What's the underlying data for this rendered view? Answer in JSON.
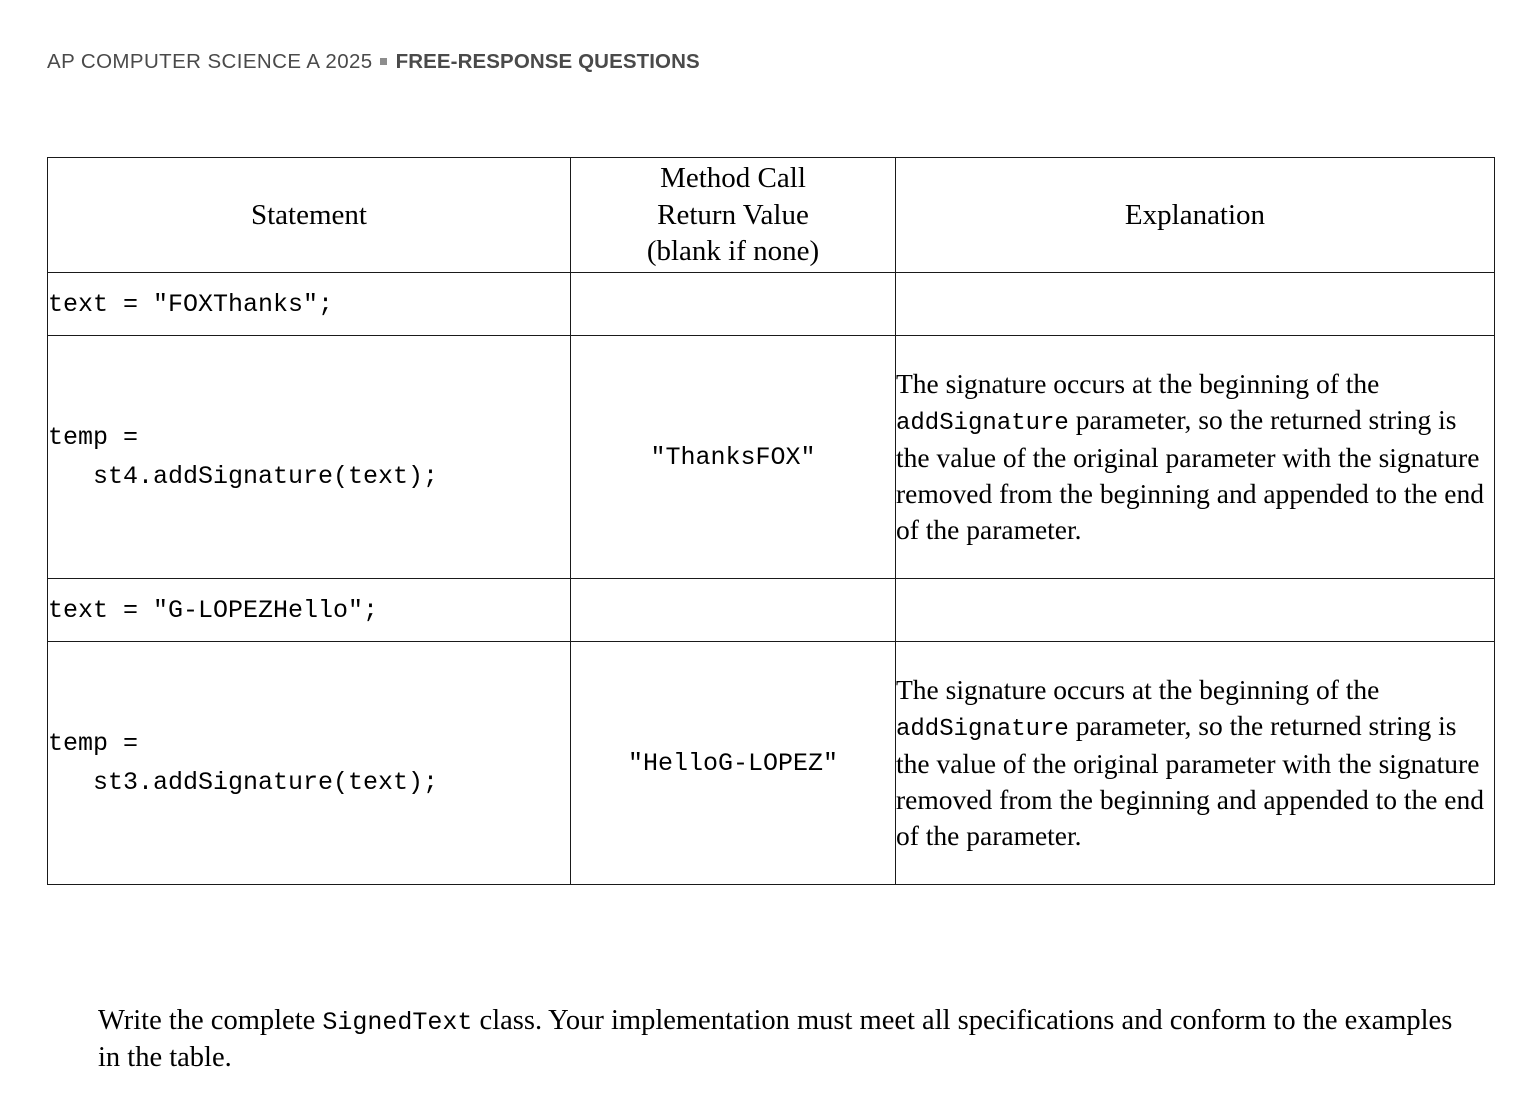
{
  "header": {
    "exam_line": "AP COMPUTER SCIENCE A 2025",
    "separator_icon": "small-square-bullet",
    "section_line": "FREE-RESPONSE QUESTIONS"
  },
  "table": {
    "columns": [
      {
        "id": "statement",
        "label": "Statement"
      },
      {
        "id": "return_value",
        "label_lines": [
          "Method Call",
          "Return Value",
          "(blank if none)"
        ]
      },
      {
        "id": "explanation",
        "label": "Explanation"
      }
    ],
    "rows": [
      {
        "statement_lines": [
          "text = \"FOXThanks\";"
        ],
        "return_value": "",
        "explanation": {
          "before": "",
          "code": "",
          "after": ""
        }
      },
      {
        "statement_lines": [
          "temp =",
          "   st4.addSignature(text);"
        ],
        "return_value": "\"ThanksFOX\"",
        "explanation": {
          "before": "The signature occurs at the beginning of the",
          "code": "addSignature",
          "after": "parameter, so the returned string is the value of the original parameter with the signature removed from the beginning and appended to the end of the parameter."
        }
      },
      {
        "statement_lines": [
          "text = \"G-LOPEZHello\";"
        ],
        "return_value": "",
        "explanation": {
          "before": "",
          "code": "",
          "after": ""
        }
      },
      {
        "statement_lines": [
          "temp =",
          "   st3.addSignature(text);"
        ],
        "return_value": "\"HelloG-LOPEZ\"",
        "explanation": {
          "before": "The signature occurs at the beginning of the",
          "code": "addSignature",
          "after": "parameter, so the returned string is the value of the original parameter with the signature removed from the beginning and appended to the end of the parameter."
        }
      }
    ]
  },
  "closing": {
    "before": "Write the complete",
    "code": "SignedText",
    "after": "class. Your implementation must meet all specifications and conform to the examples in the table."
  },
  "colors": {
    "header_text": "#4a4a4a",
    "separator": "#8d8d8d",
    "body_text": "#000000",
    "table_border": "#1a1a1a",
    "page_background": "#ffffff"
  }
}
